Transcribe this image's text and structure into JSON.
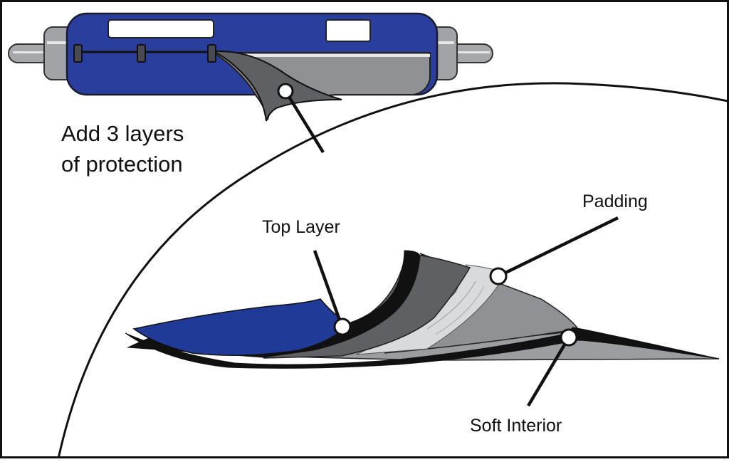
{
  "caption": {
    "line1": "Add 3 layers",
    "line2": "of protection"
  },
  "callouts": {
    "top_layer": "Top Layer",
    "padding": "Padding",
    "soft_interior": "Soft Interior"
  },
  "colors": {
    "roller_blue": "#2a3f9d",
    "top_layer_blue": "#203a98",
    "dark_gray": "#5f6063",
    "mid_gray": "#8e8f92",
    "light_gray": "#d9dadb",
    "black": "#111111"
  }
}
